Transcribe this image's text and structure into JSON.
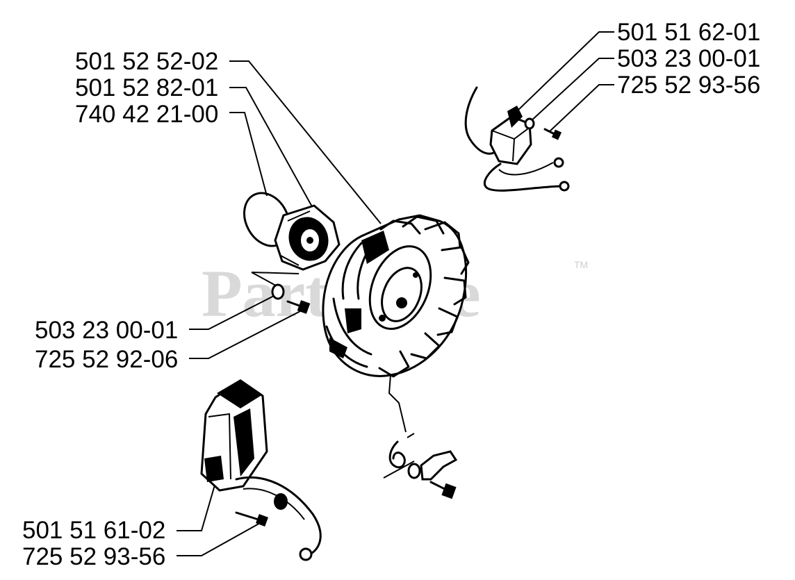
{
  "watermark": {
    "text": "PartsTree",
    "trademark": "TM"
  },
  "callouts": [
    {
      "id": "top-right-1",
      "part_number": "501 51 62-01"
    },
    {
      "id": "top-right-2",
      "part_number": "503 23 00-01"
    },
    {
      "id": "top-right-3",
      "part_number": "725 52 93-56"
    },
    {
      "id": "left-1",
      "part_number": "501 52 52-02"
    },
    {
      "id": "left-2",
      "part_number": "501 52 82-01"
    },
    {
      "id": "left-3",
      "part_number": "740 42 21-00"
    },
    {
      "id": "mid-left-1",
      "part_number": "503 23 00-01"
    },
    {
      "id": "mid-left-2",
      "part_number": "725 52 92-06"
    },
    {
      "id": "bottom-left-1",
      "part_number": "501 51 61-02"
    },
    {
      "id": "bottom-left-2",
      "part_number": "725 52 93-56"
    }
  ]
}
